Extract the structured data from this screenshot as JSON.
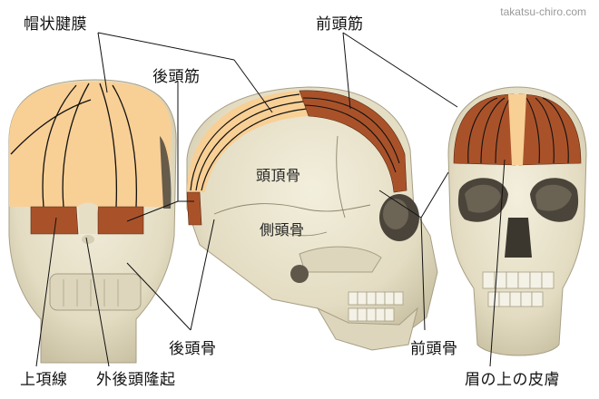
{
  "website": "takatsu-chiro.com",
  "labels": {
    "galea": "帽状腱膜",
    "occipitalis_top": "後頭筋",
    "frontalis_top": "前頭筋",
    "parietal_bone": "頭頂骨",
    "temporal_bone": "側頭骨",
    "occipital_bone": "後頭骨",
    "frontal_bone": "前頭骨",
    "superior_nuchal_line": "上項線",
    "external_occipital_protuberance": "外後頭隆起",
    "brow_skin": "眉の上の皮膚"
  },
  "colors": {
    "galea_fill": "#f8cf95",
    "muscle_fill": "#a9522a",
    "bone": "#e9e3cc",
    "bone_shadow": "#b8b093",
    "leader_line": "#111111"
  }
}
